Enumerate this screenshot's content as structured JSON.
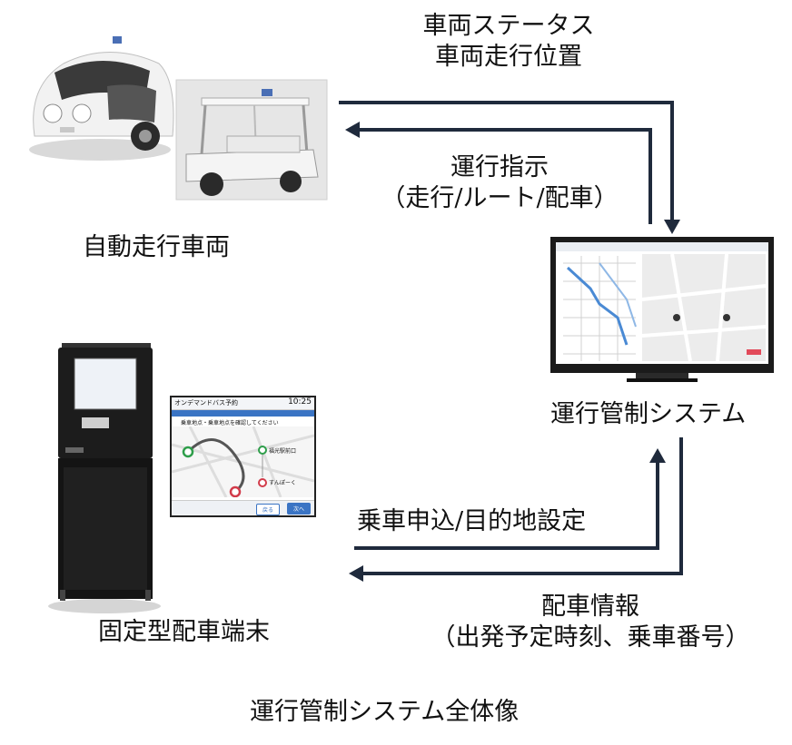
{
  "vehicle_status": {
    "line1": "車両ステータス",
    "line2": "車両走行位置"
  },
  "operation_instruction": {
    "line1": "運行指示",
    "line2": "（走行/ルート/配車）"
  },
  "autonomous_vehicle": {
    "label": "自動走行車両"
  },
  "control_system": {
    "label": "運行管制システム"
  },
  "ride_request": {
    "label": "乗車申込/目的地設定"
  },
  "dispatch_info": {
    "line1": "配車情報",
    "line2": "（出発予定時刻、乗車番号）"
  },
  "kiosk": {
    "label": "固定型配車端末"
  },
  "kiosk_screen": {
    "header": "オンデマンドバス予約",
    "time": "10:25",
    "instruction": "乗車地点・乗車地点を確認してください",
    "from_stop": "福光駅前口",
    "to_stop": "すんぽーく",
    "btn_back": "戻る",
    "btn_next": "次へ"
  },
  "caption": {
    "label": "運行管制システム全体像"
  },
  "colors": {
    "arrow": "#1f2a3c",
    "monitor": "#1b1b1b"
  }
}
